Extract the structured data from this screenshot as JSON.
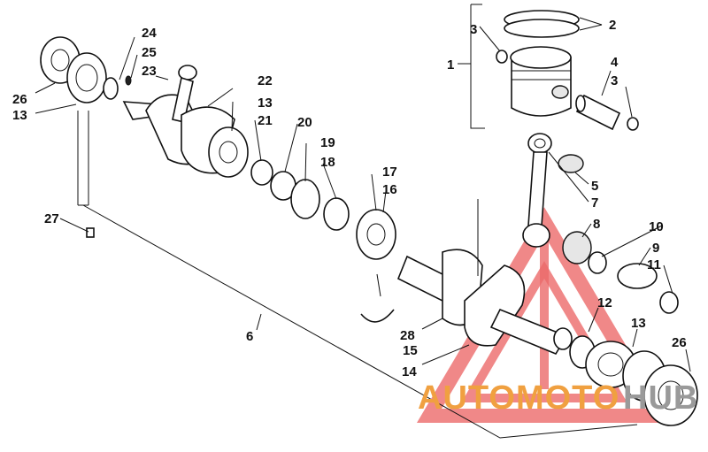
{
  "labels": {
    "l1": "1",
    "l2": "2",
    "l3a": "3",
    "l3b": "3",
    "l4": "4",
    "l5": "5",
    "l6": "6",
    "l7": "7",
    "l8": "8",
    "l9": "9",
    "l10": "10",
    "l11": "11",
    "l12": "12",
    "l13a": "13",
    "l13b": "13",
    "l13c": "13",
    "l14": "14",
    "l15": "15",
    "l16": "16",
    "l17": "17",
    "l18": "18",
    "l19": "19",
    "l20": "20",
    "l21": "21",
    "l22": "22",
    "l23": "23",
    "l24": "24",
    "l25": "25",
    "l26a": "26",
    "l26b": "26",
    "l27": "27",
    "l28": "28"
  },
  "watermark": {
    "text_a": "AUTOMOTO",
    "text_b": "HUB",
    "color_orange": "#f0a040",
    "color_red": "#e63a3a",
    "color_gray": "#9a9a9a"
  }
}
